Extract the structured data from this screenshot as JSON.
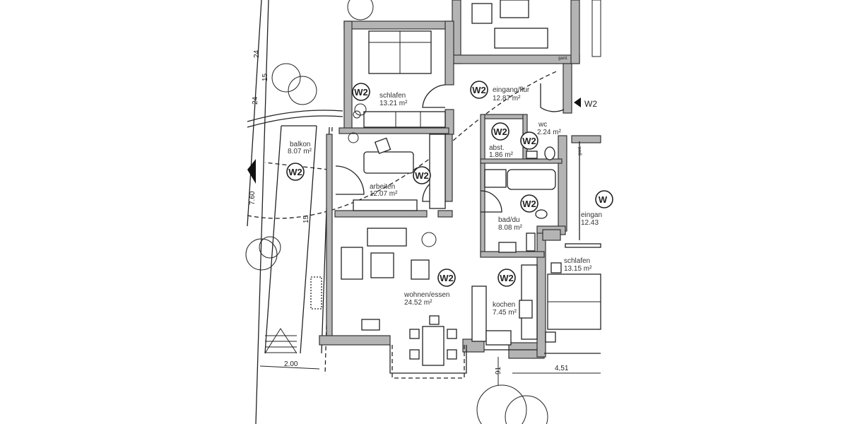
{
  "rooms": {
    "schlafen_1": {
      "name": "schlafen",
      "area": "13.21 m²",
      "tag": "W2"
    },
    "eingang_flur": {
      "name": "eingang/flur",
      "area": "12.87 m²",
      "tag": "W2"
    },
    "wc": {
      "name": "wc",
      "area": "2.24 m²",
      "tag": "W2"
    },
    "abst": {
      "name": "abst.",
      "area": "1.86 m²",
      "tag": "W2"
    },
    "arbeiten": {
      "name": "arbeiten",
      "area": "12.07 m²",
      "tag": "W2"
    },
    "bad_du": {
      "name": "bad/du",
      "area": "8.08 m²",
      "tag": "W2"
    },
    "eingang_2": {
      "name": "eingan",
      "area": "12.43",
      "tag": "W"
    },
    "schlafen_2": {
      "name": "schlafen",
      "area": "13.15 m²"
    },
    "wohnen_essen": {
      "name": "wohnen/essen",
      "area": "24.52 m²",
      "tag": "W2"
    },
    "kochen": {
      "name": "kochen",
      "area": "7.45 m²",
      "tag": "W2"
    },
    "balkon": {
      "name": "balkon",
      "area": "8.07 m²",
      "tag": "W2"
    }
  },
  "entrance_marker": "W2",
  "dimensions": {
    "d24a": "24",
    "d24b": "24",
    "d15a": "15",
    "d760": "7.60",
    "d15b": "15",
    "d200": "2.00",
    "d451": "4,51",
    "d91": "91",
    "gard_a": "gard.",
    "gard_b": "gard."
  }
}
